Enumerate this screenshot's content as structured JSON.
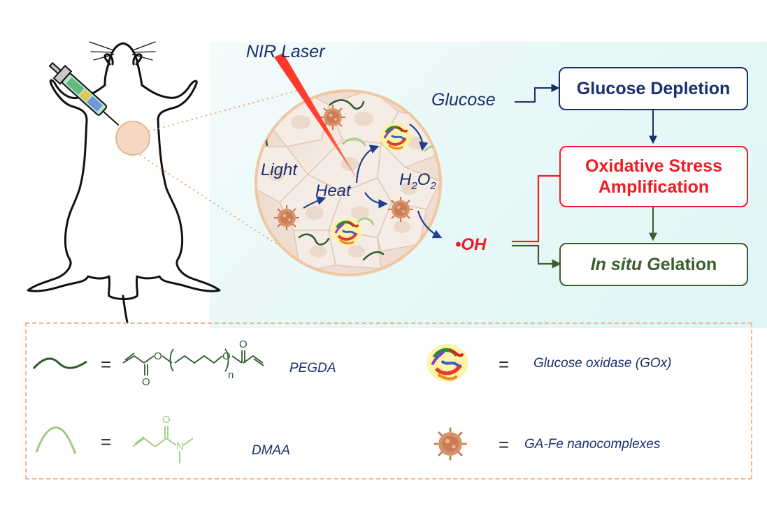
{
  "labels": {
    "nir_laser": "NIR Laser",
    "glucose": "Glucose",
    "light": "Light",
    "heat": "Heat",
    "h2o2_base": "H",
    "h2o2_sub1": "2",
    "h2o2_mid": "O",
    "h2o2_sub2": "2",
    "hydroxyl": "•OH"
  },
  "boxes": {
    "glucose_depletion": "Glucose Depletion",
    "oxidative_line1": "Oxidative Stress",
    "oxidative_line2": "Amplification",
    "gelation_part1": "In situ G",
    "gelation_part2": "elation"
  },
  "legend": {
    "equals": "=",
    "pegda": "PEGDA",
    "dmaa": "DMAA",
    "gox": "Glucose oxidase (GOx)",
    "gafe": "GA-Fe nanocomplexes",
    "chem_o": "O",
    "chem_n": "N",
    "chem_sub_n": "n"
  },
  "colors": {
    "navy": "#1b2f6e",
    "red": "#ee1c25",
    "green": "#3b5e2b",
    "light_green": "#9ccc80",
    "peach": "#f0b88c",
    "cell": "#f3e8e0"
  }
}
